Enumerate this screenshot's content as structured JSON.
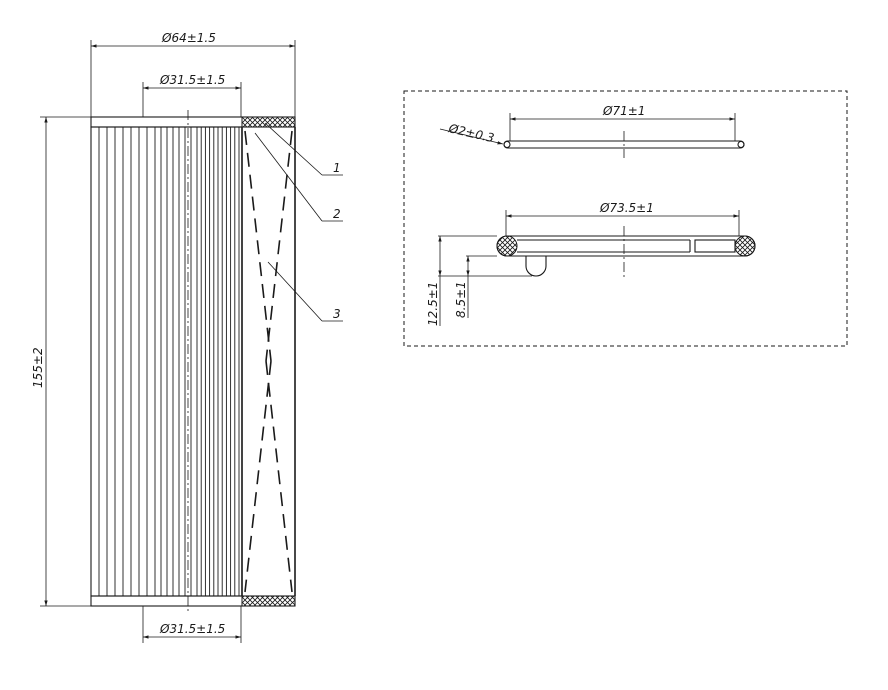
{
  "drawing": {
    "main_view": {
      "dim_outer_diameter": "Ø64±1.5",
      "dim_inner_diameter_top": "Ø31.5±1.5",
      "dim_inner_diameter_bottom": "Ø31.5±1.5",
      "dim_height": "155±2",
      "callouts": [
        "1",
        "2",
        "3"
      ]
    },
    "detail_view": {
      "dim_ring_diameter": "Ø71±1",
      "dim_wire_diameter": "Ø2±0.3",
      "dim_cap_diameter": "Ø73.5±1",
      "dim_height_total": "12.5±1",
      "dim_height_inner": "8.5±1"
    }
  }
}
